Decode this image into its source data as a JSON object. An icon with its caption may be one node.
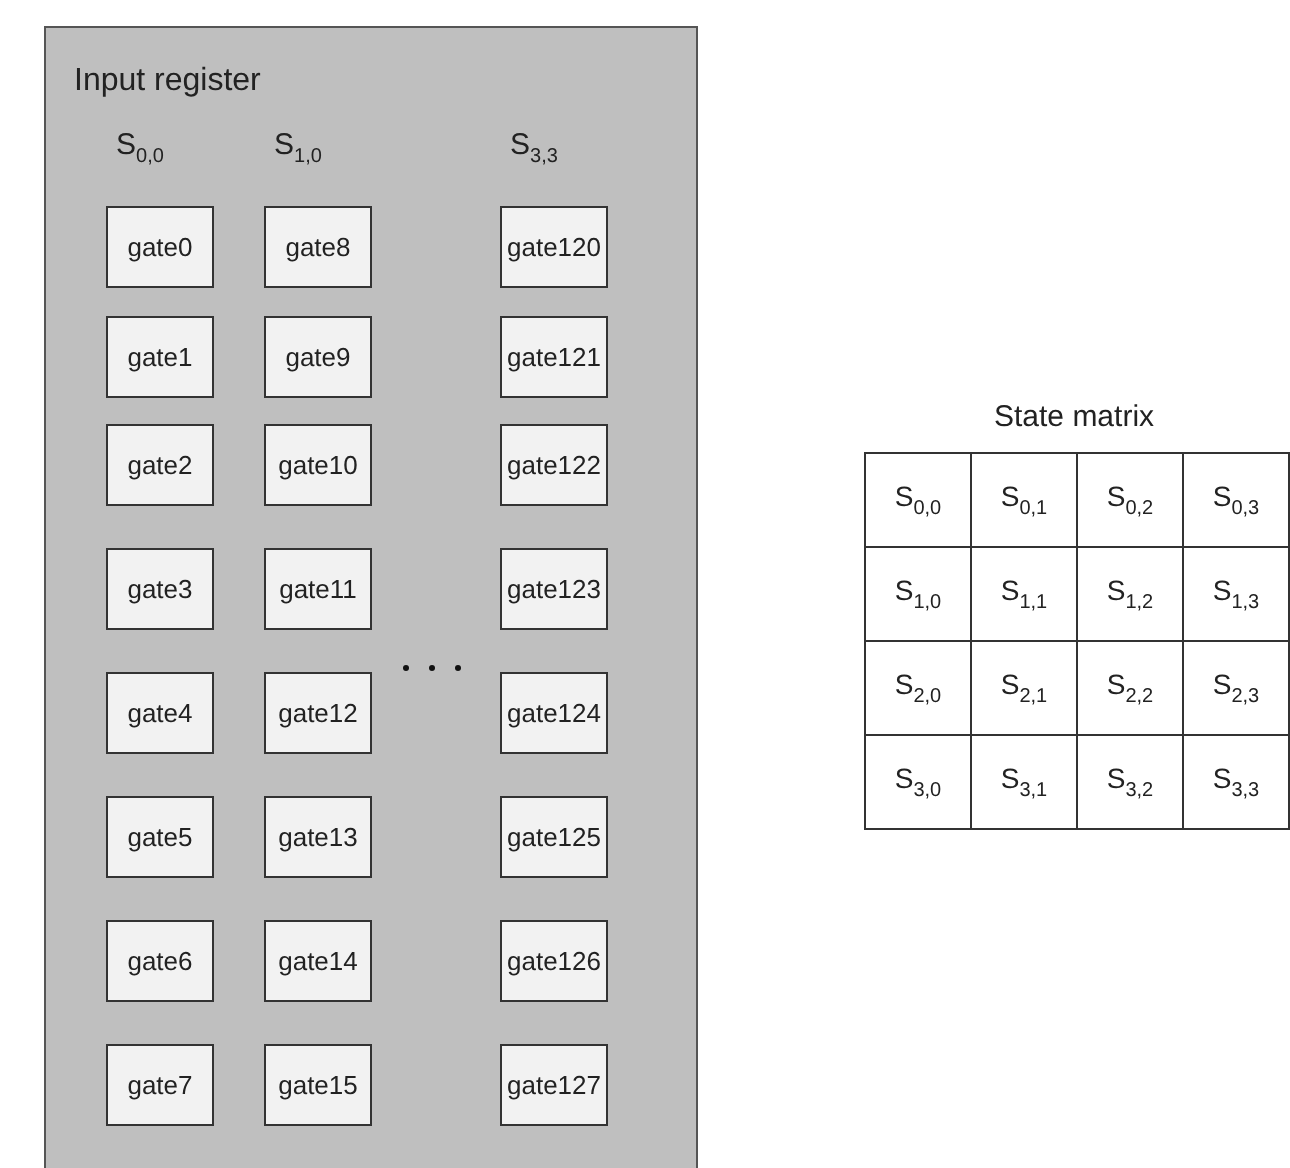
{
  "diagram": {
    "nodes": [
      {
        "text": [
          "Input register"
        ]
      },
      {
        "text": [
          "gate0"
        ],
        "in": 0
      },
      {
        "text": [
          "gate8"
        ],
        "in": 0
      },
      {
        "text": [
          "gate120"
        ],
        "in": 0
      },
      {
        "text": [
          "gate1"
        ],
        "in": 0
      },
      {
        "text": [
          "gate9"
        ],
        "in": 0
      },
      {
        "text": [
          "gate121"
        ],
        "in": 0
      },
      {
        "text": [
          "gate2"
        ],
        "in": 0
      },
      {
        "text": [
          "gate10"
        ],
        "in": 0
      },
      {
        "text": [
          "gate122"
        ],
        "in": 0
      },
      {
        "text": [
          "gate3"
        ],
        "in": 0
      },
      {
        "text": [
          "gate11"
        ],
        "in": 0
      },
      {
        "text": [
          "gate123"
        ],
        "in": 0
      },
      {
        "text": [
          "gate4"
        ],
        "in": 0
      },
      {
        "text": [
          "gate12"
        ],
        "in": 0
      },
      {
        "text": [
          "gate124"
        ],
        "in": 0
      },
      {
        "text": [
          "gate5"
        ],
        "in": 0
      },
      {
        "text": [
          "gate13"
        ],
        "in": 0
      },
      {
        "text": [
          "gate125"
        ],
        "in": 0
      },
      {
        "text": [
          "gate6"
        ],
        "in": 0
      },
      {
        "text": [
          "gate14"
        ],
        "in": 0
      },
      {
        "text": [
          "gate126"
        ],
        "in": 0
      },
      {
        "text": [
          "gate7"
        ],
        "in": 0
      },
      {
        "text": [
          "gate15"
        ],
        "in": 0
      },
      {
        "text": [
          "gate127"
        ],
        "in": 0
      }
    ],
    "edges": [],
    "labels": [
      "S$_{0,0}$",
      "S$_{1,0}$",
      "S$_{3,3}$",
      "State matrix",
      "S$_{0,0}$",
      "S$_{0,1}$",
      "S$_{0,2}$",
      "S$_{0,3}$",
      "S$_{1,0}$",
      "S$_{1,1}$",
      "S$_{1,2}$",
      "S$_{1,3}$",
      "S$_{2,0}$",
      "S$_{2,1}$",
      "S$_{2,2}$",
      "S$_{2,3}$",
      "S$_{3,0}$",
      "S$_{3,1}$",
      "S$_{3,2}$",
      "S$_{3,3}$"
    ]
  }
}
